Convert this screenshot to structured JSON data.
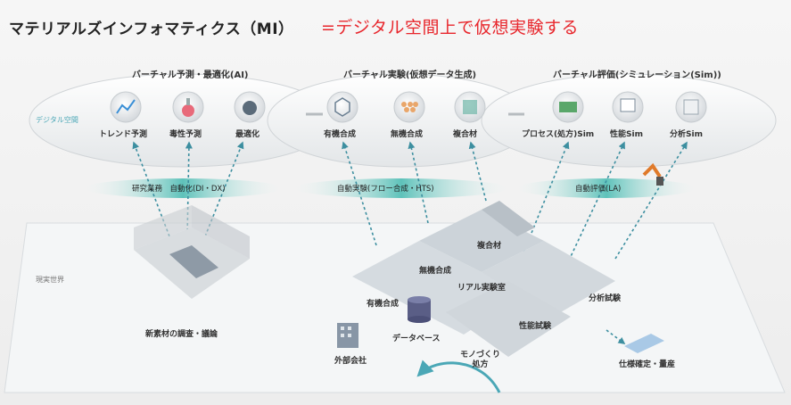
{
  "title": "マテリアルズインフォマティクス（MI）",
  "subtitle": "=デジタル空間上で仮想実験する",
  "digital_space_label": "デジタル空間",
  "real_world_label": "現実世界",
  "groups": [
    {
      "title": "バーチャル予測・最適化(AI)",
      "items": [
        "トレンド予測",
        "毒性予測",
        "最適化"
      ]
    },
    {
      "title": "バーチャル実験(仮想データ生成)",
      "items": [
        "有機合成",
        "無機合成",
        "複合材"
      ]
    },
    {
      "title": "バーチャル評価(シミュレーション(Sim))",
      "items": [
        "プロセス(処方)Sim",
        "性能Sim",
        "分析Sim"
      ]
    }
  ],
  "bands": [
    "研究業務　自動化(DI・DX)",
    "自動実験(フロー合成・HTS)",
    "自動評価(LA)"
  ],
  "floor": {
    "meeting_room": "新素材の調査・議論",
    "lab": "リアル実験室",
    "stations": [
      "複合材",
      "無機合成",
      "有機合成",
      "分析試験",
      "性能試験",
      "モノづくり\n処方"
    ],
    "database": "データベース",
    "external": "外部会社",
    "spec": "仕様確定・量産"
  },
  "colors": {
    "accent_red": "#e8262c",
    "band_teal": "#5ec2ba",
    "side_label_teal": "#4aa7b6"
  }
}
